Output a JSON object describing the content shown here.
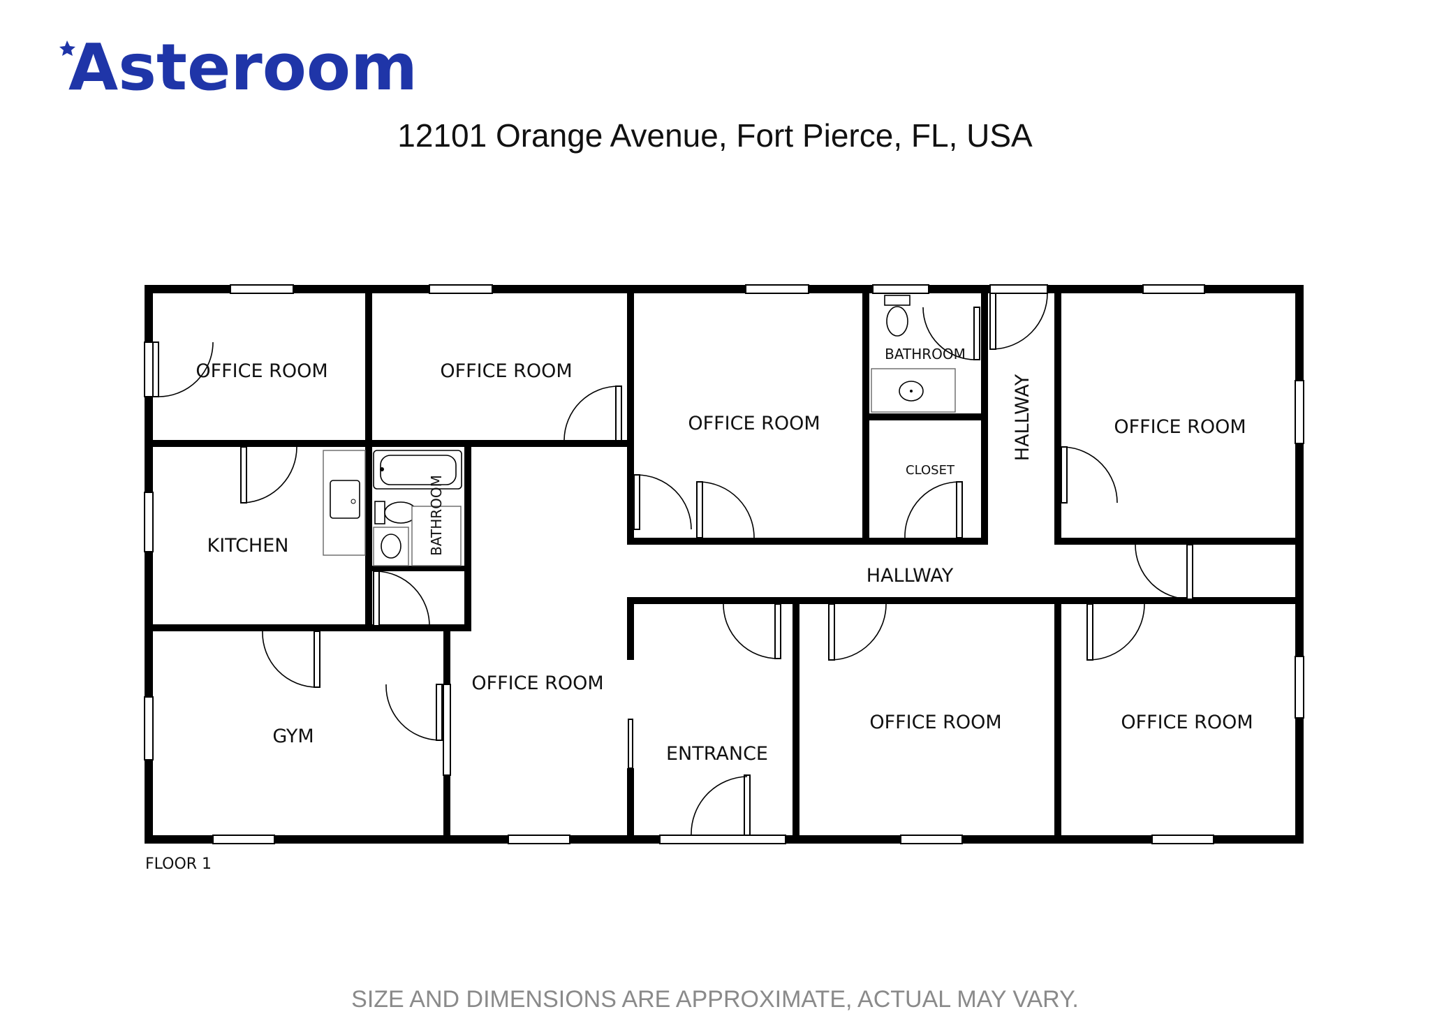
{
  "brand": {
    "name": "Asteroom",
    "color": "#1f35a8"
  },
  "address": "12101 Orange Avenue, Fort Pierce, FL, USA",
  "floor_label": "FLOOR 1",
  "disclaimer": "SIZE AND DIMENSIONS ARE APPROXIMATE, ACTUAL MAY VARY.",
  "rooms": {
    "office_1": "OFFICE ROOM",
    "office_2": "OFFICE ROOM",
    "office_3": "OFFICE ROOM",
    "bathroom_top": "BATHROOM",
    "closet": "CLOSET",
    "hallway_vertical": "HALLWAY",
    "office_4": "OFFICE ROOM",
    "kitchen": "KITCHEN",
    "bathroom_small": "BATHROOM",
    "hallway_main": "HALLWAY",
    "gym": "GYM",
    "office_5": "OFFICE ROOM",
    "entrance": "ENTRANCE",
    "office_6": "OFFICE ROOM",
    "office_7": "OFFICE ROOM"
  },
  "icons": [
    "logo-star-icon",
    "toilet-icon",
    "sink-icon",
    "bathtub-icon",
    "door-icon",
    "window-icon"
  ]
}
